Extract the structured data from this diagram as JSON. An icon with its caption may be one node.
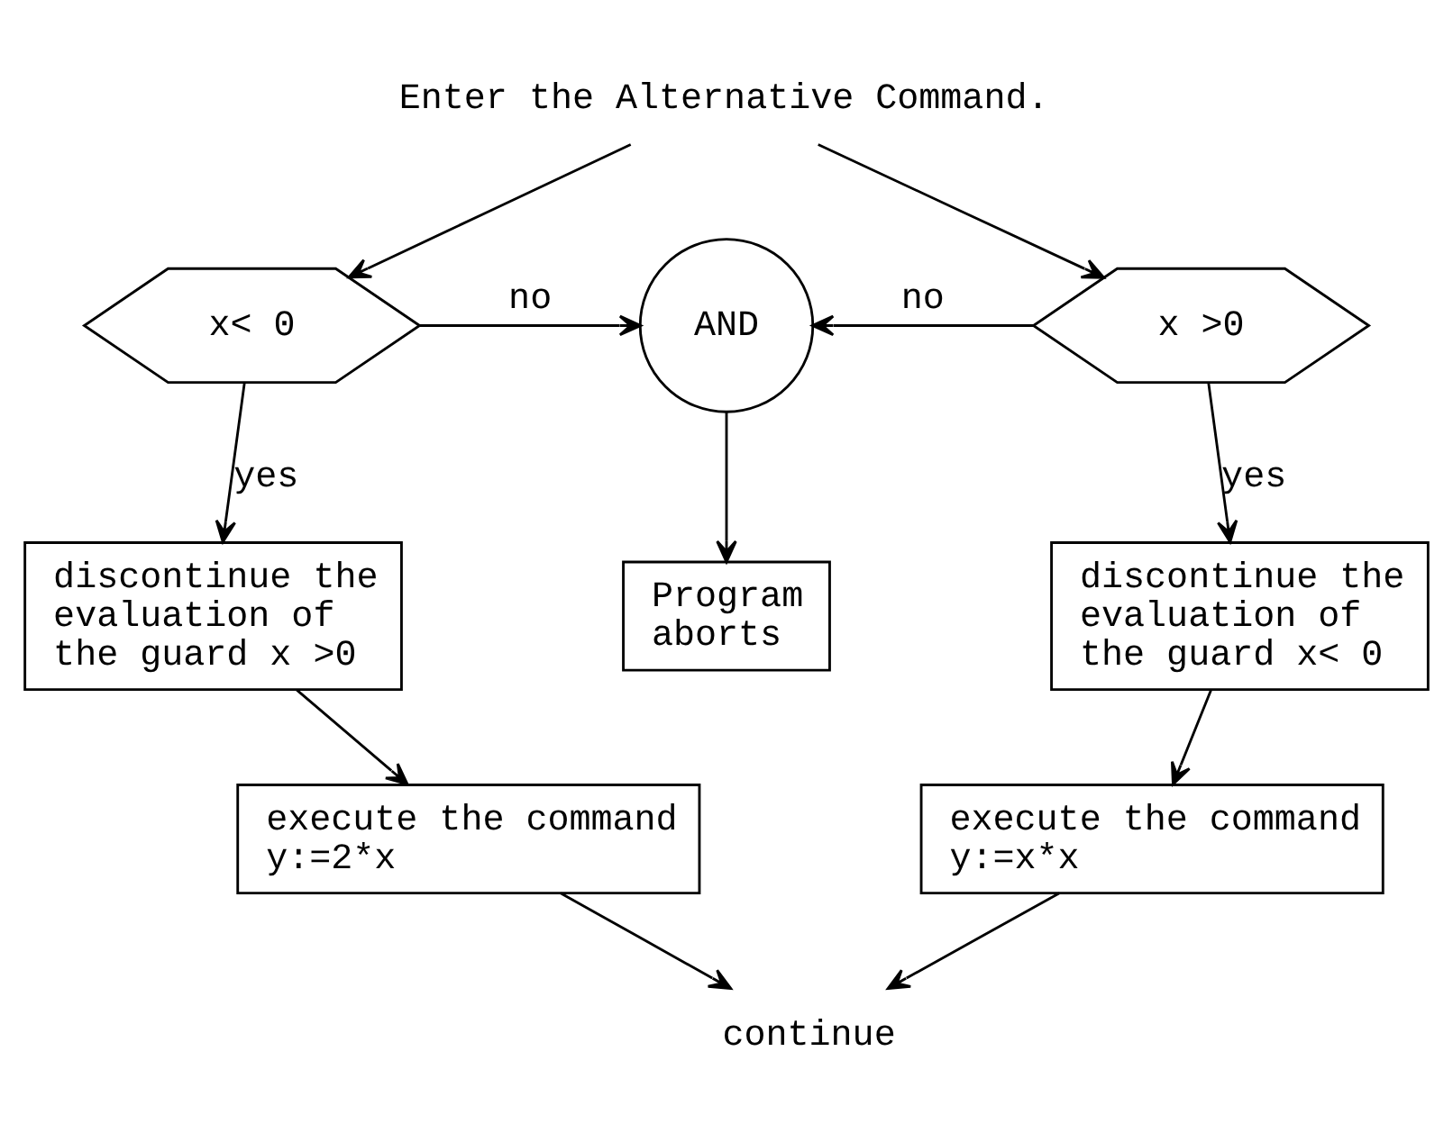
{
  "diagram": {
    "nodes": [
      {
        "text": [
          "Enter the Alternative Command."
        ]
      },
      {
        "text": [
          "x< 0"
        ]
      },
      {
        "text": [
          "AND"
        ]
      },
      {
        "text": [
          "x >0"
        ]
      },
      {
        "text": [
          "discontinue the evaluation of the guard x >0"
        ]
      },
      {
        "text": [
          "Program aborts"
        ]
      },
      {
        "text": [
          "discontinue the evaluation of the guard x< 0"
        ]
      },
      {
        "text": [
          "execute the command y:=2*x"
        ]
      },
      {
        "text": [
          "execute the command y:=x*x"
        ]
      },
      {
        "text": [
          "continue"
        ]
      }
    ],
    "edges": [
      {
        "from": 0,
        "to": 1,
        "arrow": "to"
      },
      {
        "from": 0,
        "to": 3,
        "arrow": "to"
      },
      {
        "from": 1,
        "to": 2,
        "arrow": "to",
        "label": "no"
      },
      {
        "from": 3,
        "to": 2,
        "arrow": "to",
        "label": "no"
      },
      {
        "from": 1,
        "to": 4,
        "arrow": "to",
        "label": "yes"
      },
      {
        "from": 2,
        "to": 5,
        "arrow": "to"
      },
      {
        "from": 3,
        "to": 6,
        "arrow": "to",
        "label": "yes"
      },
      {
        "from": 4,
        "to": 7,
        "arrow": "to"
      },
      {
        "from": 6,
        "to": 8,
        "arrow": "to"
      },
      {
        "from": 7,
        "to": 9,
        "arrow": "to"
      },
      {
        "from": 8,
        "to": 9,
        "arrow": "to"
      }
    ]
  }
}
